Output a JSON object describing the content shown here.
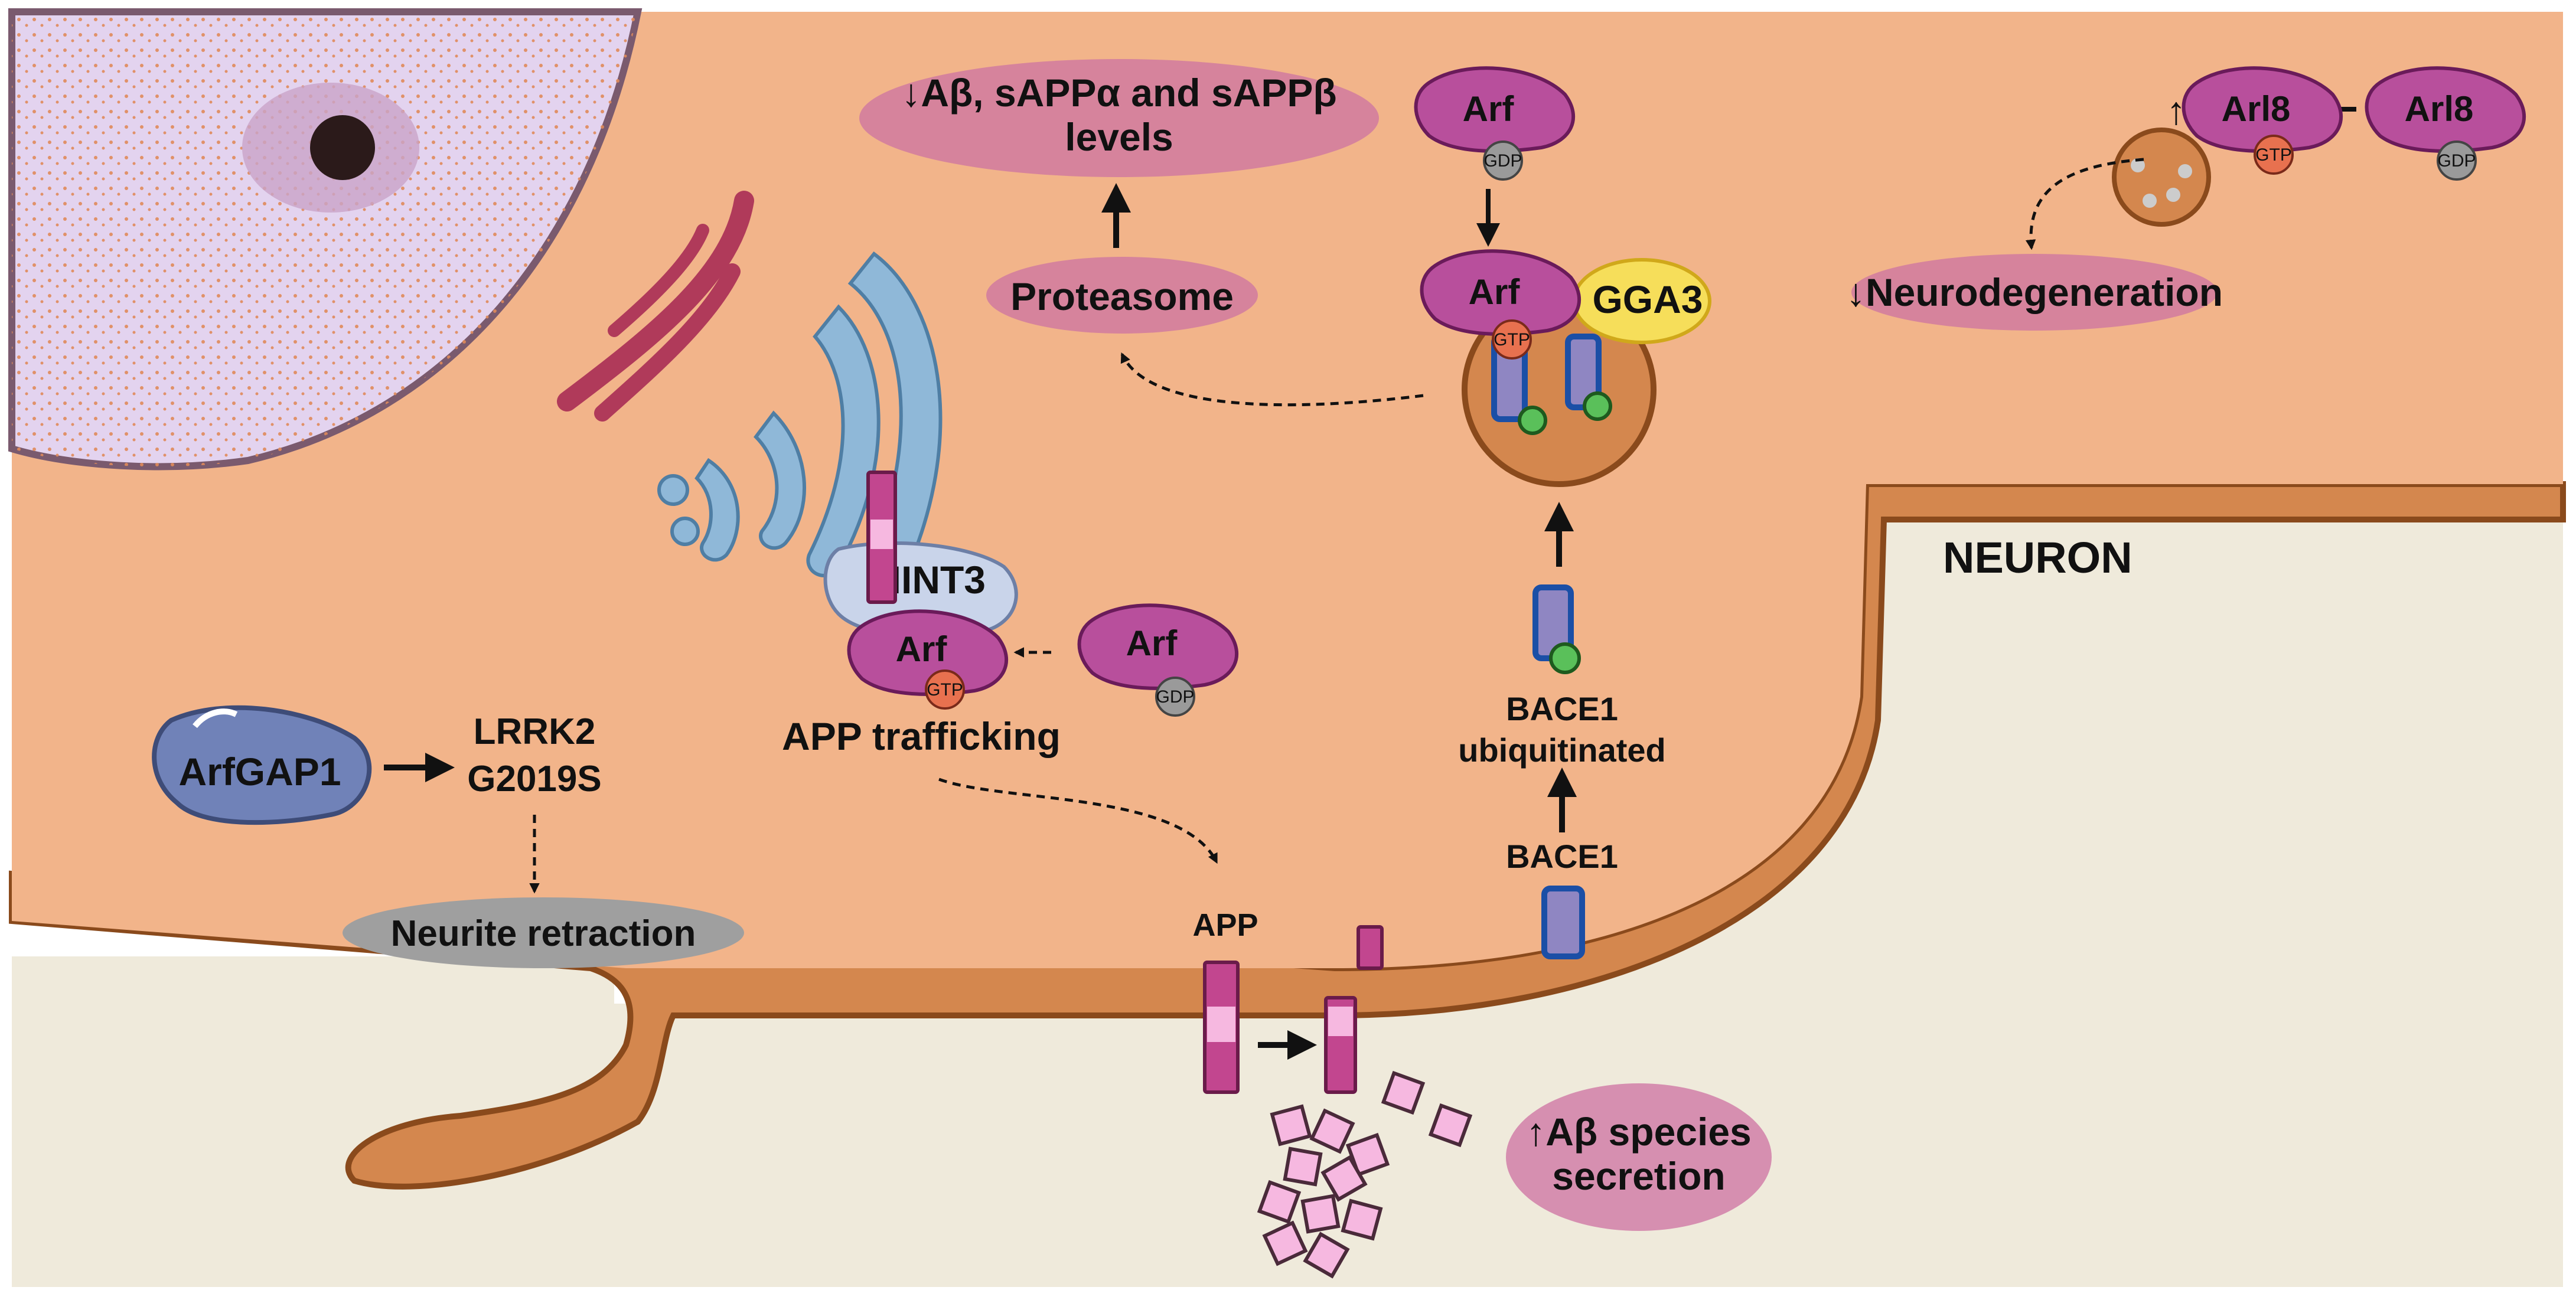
{
  "cell_label": "NEURON",
  "colors": {
    "cytoplasm": "#f2b48a",
    "membrane": "#d4874e",
    "membrane_dark": "#8a4a1c",
    "extracellular": "#efeadb",
    "nucleus": "#e3d3ef",
    "arf": "#b84f9c",
    "gtp": "#e8714f",
    "gdp": "#9a9a9a",
    "gga3": "#f6de5a",
    "bace1": "#8f86c2",
    "bace1_border": "#1b4fa6",
    "app": "#c2468f",
    "app_light": "#f6b8e0",
    "outcome_oval": "#d6839c",
    "grey_oval": "#9f9f9f",
    "arfgap1": "#7082b8",
    "mint3": "#c9d4ea",
    "golgi": "#8fb8d8",
    "er": "#b03a5a"
  },
  "labels": {
    "arfgap1": "ArfGAP1",
    "lrrk2_line1": "LRRK2",
    "lrrk2_line2": "G2019S",
    "neurite_retraction": "Neurite retraction",
    "mint3": "MINT3",
    "arf": "Arf",
    "gtp": "GTP",
    "gdp": "GDP",
    "app_trafficking": "APP trafficking",
    "app": "APP",
    "ab_secretion_line1": "↑Aβ species",
    "ab_secretion_line2": "secretion",
    "proteasome": "Proteasome",
    "levels_line1": "↓Aβ, sAPPα and sAPPβ",
    "levels_line2": "levels",
    "gga3": "GGA3",
    "bace1": "BACE1",
    "bace1_ub_line1": "BACE1",
    "bace1_ub_line2": "ubiquitinated",
    "arl8": "Arl8",
    "arl8_up": "↑",
    "neurodegeneration": "↓Neurodegeneration"
  }
}
